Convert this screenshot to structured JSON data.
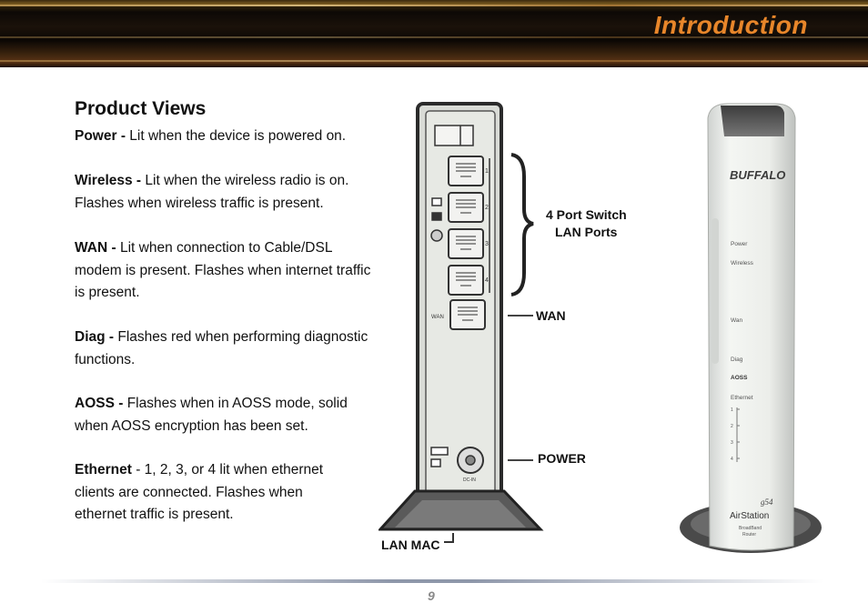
{
  "header": {
    "title": "Introduction"
  },
  "section_title": "Product Views",
  "items": [
    {
      "term": "Power -",
      "desc": "Lit when the device is powered on."
    },
    {
      "term": "Wireless -",
      "desc": "Lit when the wireless radio is on. Flashes when wireless traffic is present."
    },
    {
      "term": "WAN -",
      "desc": "Lit when connection to Cable/DSL modem is present.  Flashes when internet traffic is present."
    },
    {
      "term": "Diag -",
      "desc": "Flashes red when performing diagnostic functions."
    },
    {
      "term": "AOSS -",
      "desc": "Flashes when in AOSS mode, solid when AOSS encryption has been set."
    },
    {
      "term": "Ethernet",
      "desc": "- 1, 2, 3, or 4 lit when ethernet clients are connected.  Flashes when ethernet traffic is present."
    }
  ],
  "back_view": {
    "callouts": {
      "switch_line1": "4 Port Switch",
      "switch_line2": "LAN Ports",
      "wan": "WAN",
      "power": "POWER",
      "lan_mac": "LAN MAC"
    },
    "port_numbers": [
      "1",
      "2",
      "3",
      "4"
    ],
    "wan_small": "WAN",
    "dcin": "DC-IN"
  },
  "front_view": {
    "brand": "BUFFALO",
    "leds": [
      "Power",
      "Wireless",
      "Wan",
      "Diag",
      "AOSS",
      "Ethernet"
    ],
    "eth_numbers": [
      "1",
      "2",
      "3",
      "4"
    ],
    "model": "g54",
    "product": "AirStation",
    "subtitle_line1": "BroadBand",
    "subtitle_line2": "Router"
  },
  "footer": {
    "page_number": "9"
  }
}
